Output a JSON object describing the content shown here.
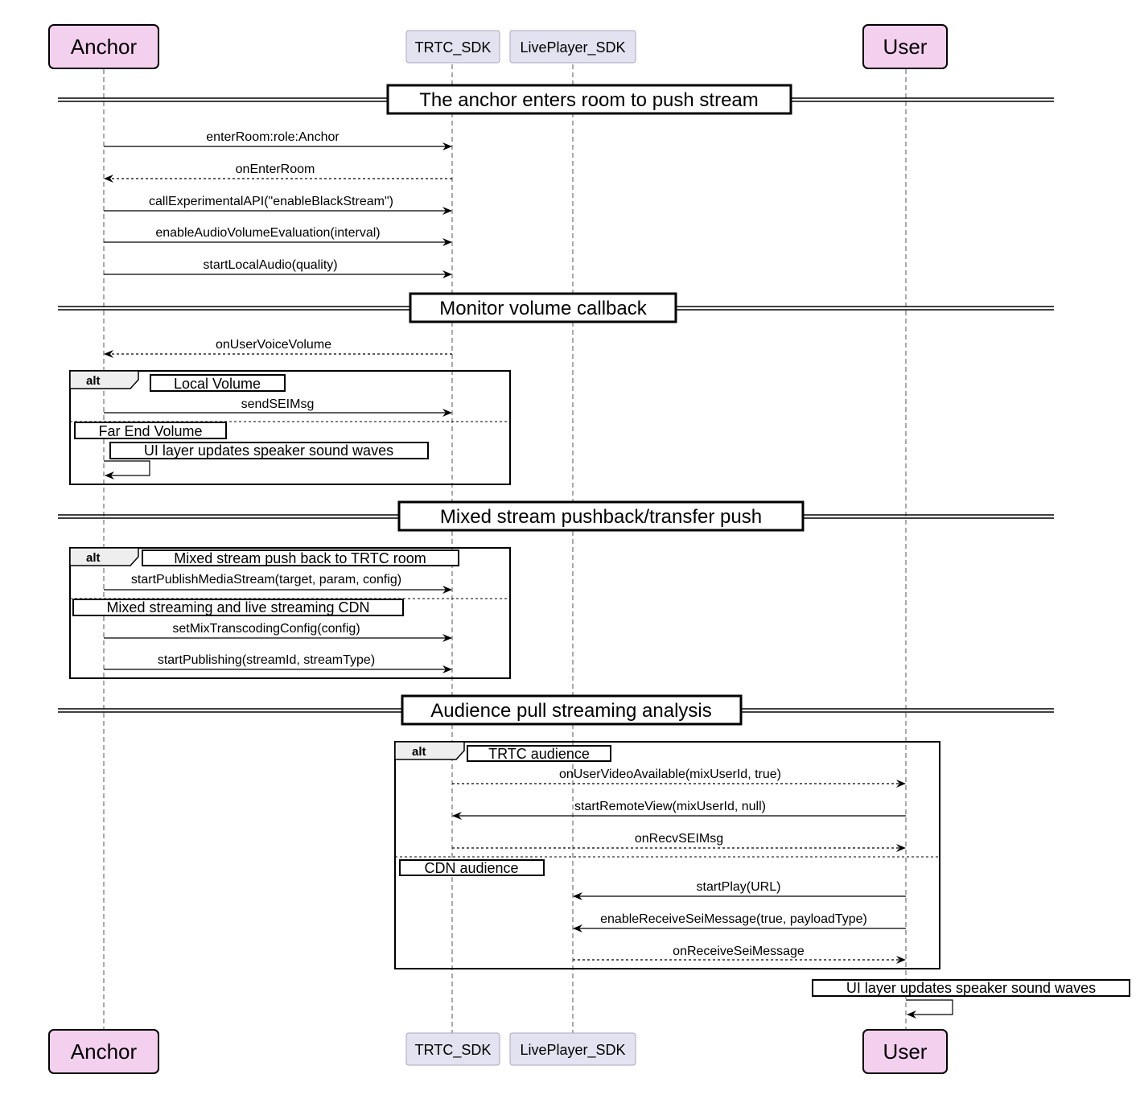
{
  "participants": [
    {
      "id": "anchor",
      "label": "Anchor",
      "style": "actor"
    },
    {
      "id": "trtc",
      "label": "TRTC_SDK",
      "style": "sdk"
    },
    {
      "id": "player",
      "label": "LivePlayer_SDK",
      "style": "sdk"
    },
    {
      "id": "user",
      "label": "User",
      "style": "actor"
    }
  ],
  "dividers": [
    {
      "id": "div1",
      "label": "The anchor enters room to push stream"
    },
    {
      "id": "div2",
      "label": "Monitor volume callback"
    },
    {
      "id": "div3",
      "label": "Mixed stream pushback/transfer push"
    },
    {
      "id": "div4",
      "label": "Audience pull streaming analysis"
    }
  ],
  "messages": [
    {
      "id": "m1",
      "label": "enterRoom:role:Anchor",
      "from": "anchor",
      "to": "trtc",
      "dashed": false
    },
    {
      "id": "m2",
      "label": "onEnterRoom",
      "from": "trtc",
      "to": "anchor",
      "dashed": true
    },
    {
      "id": "m3",
      "label": "callExperimentalAPI(\"enableBlackStream\")",
      "from": "anchor",
      "to": "trtc",
      "dashed": false
    },
    {
      "id": "m4",
      "label": "enableAudioVolumeEvaluation(interval)",
      "from": "anchor",
      "to": "trtc",
      "dashed": false
    },
    {
      "id": "m5",
      "label": "startLocalAudio(quality)",
      "from": "anchor",
      "to": "trtc",
      "dashed": false
    },
    {
      "id": "m6",
      "label": "onUserVoiceVolume",
      "from": "trtc",
      "to": "anchor",
      "dashed": true
    },
    {
      "id": "m7",
      "label": "sendSEIMsg",
      "from": "anchor",
      "to": "trtc",
      "dashed": false
    },
    {
      "id": "m8",
      "label": "startPublishMediaStream(target, param, config)",
      "from": "anchor",
      "to": "trtc",
      "dashed": false
    },
    {
      "id": "m9",
      "label": "setMixTranscodingConfig(config)",
      "from": "anchor",
      "to": "trtc",
      "dashed": false
    },
    {
      "id": "m10",
      "label": "startPublishing(streamId, streamType)",
      "from": "anchor",
      "to": "trtc",
      "dashed": false
    },
    {
      "id": "m11",
      "label": "onUserVideoAvailable(mixUserId, true)",
      "from": "trtc",
      "to": "user",
      "dashed": true
    },
    {
      "id": "m12",
      "label": "startRemoteView(mixUserId, null)",
      "from": "user",
      "to": "trtc",
      "dashed": false
    },
    {
      "id": "m13",
      "label": "onRecvSEIMsg",
      "from": "trtc",
      "to": "user",
      "dashed": true
    },
    {
      "id": "m14",
      "label": "startPlay(URL)",
      "from": "user",
      "to": "player",
      "dashed": false
    },
    {
      "id": "m15",
      "label": "enableReceiveSeiMessage(true, payloadType)",
      "from": "user",
      "to": "player",
      "dashed": false
    },
    {
      "id": "m16",
      "label": "onReceiveSeiMessage",
      "from": "player",
      "to": "user",
      "dashed": true
    }
  ],
  "self_messages": [
    {
      "id": "s1",
      "label": "UI layer updates speaker sound waves",
      "on": "anchor"
    },
    {
      "id": "s2",
      "label": "UI layer updates speaker sound waves",
      "on": "user"
    }
  ],
  "alt_blocks": [
    {
      "id": "alt1",
      "keyword": "alt",
      "guards": [
        "Local Volume",
        "Far End Volume"
      ]
    },
    {
      "id": "alt2",
      "keyword": "alt",
      "guards": [
        "Mixed stream push back to TRTC room",
        "Mixed streaming and live streaming CDN"
      ]
    },
    {
      "id": "alt3",
      "keyword": "alt",
      "guards": [
        "TRTC audience",
        "CDN audience"
      ]
    }
  ],
  "colors": {
    "actor_fill": "#f4d0ef",
    "sdk_fill": "#e2e2f0",
    "sdk_border": "#a8a8c0",
    "line": "#000000"
  }
}
